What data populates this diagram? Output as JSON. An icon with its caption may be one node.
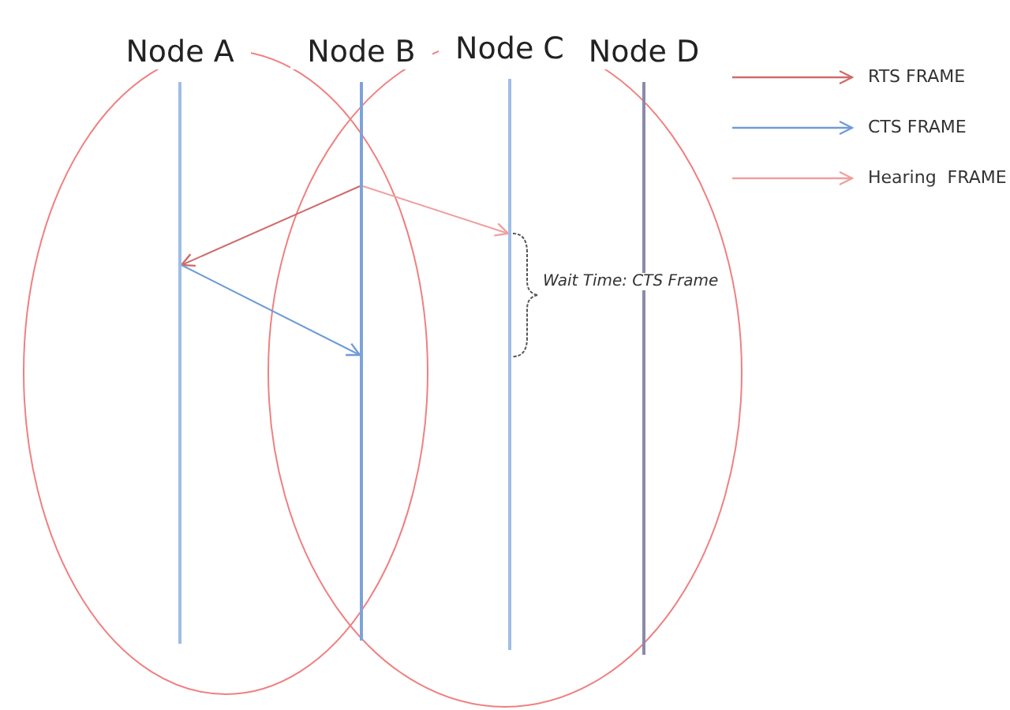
{
  "diagram": {
    "nodes": [
      {
        "text": [
          "Node A"
        ]
      },
      {
        "text": [
          "Node B"
        ]
      },
      {
        "text": [
          "Node C"
        ]
      },
      {
        "text": [
          "Node D"
        ]
      }
    ],
    "edges": [
      {
        "from": 1,
        "to": 0,
        "arrow": "to",
        "color": "#d06a6a"
      },
      {
        "from": 0,
        "to": 1,
        "arrow": "to",
        "color": "#6f9bd8"
      },
      {
        "from": 1,
        "to": 2,
        "arrow": "to",
        "color": "#eea0a0"
      }
    ],
    "labels": [
      "Wait Time: CTS Frame"
    ],
    "legend": [
      {
        "text": "RTS FRAME"
      },
      {
        "text": "CTS FRAME"
      },
      {
        "text": "Hearing  FRAME"
      }
    ]
  }
}
